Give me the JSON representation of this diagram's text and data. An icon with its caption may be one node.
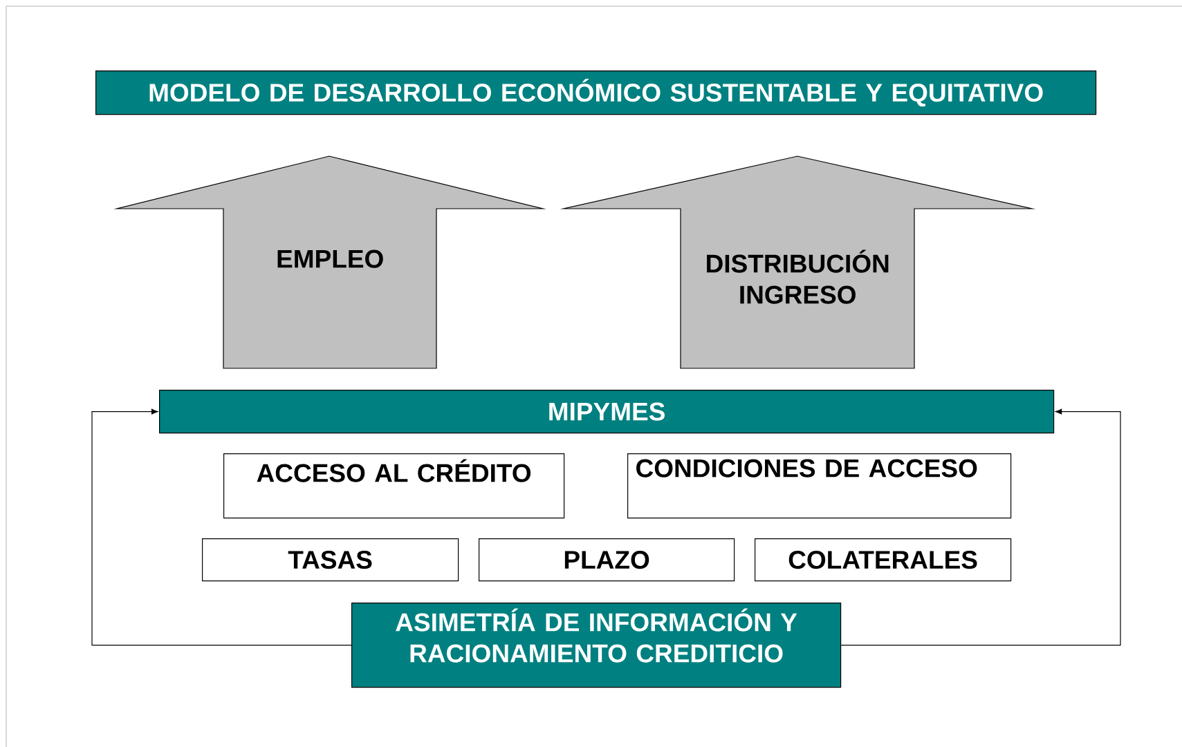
{
  "diagram": {
    "nodes": [
      {
        "text": [
          "MODELO DE DESARROLLO ECONÓMICO SUSTENTABLE Y EQUITATIVO"
        ]
      },
      {
        "text": [
          "EMPLEO"
        ]
      },
      {
        "text": [
          "DISTRIBUCIÓN INGRESO"
        ]
      },
      {
        "text": [
          "MIPYMES"
        ]
      },
      {
        "text": [
          "ACCESO AL CRÉDITO"
        ]
      },
      {
        "text": [
          "CONDICIONES DE ACCESO"
        ]
      },
      {
        "text": [
          "TASAS"
        ]
      },
      {
        "text": [
          "PLAZO"
        ]
      },
      {
        "text": [
          "COLATERALES"
        ]
      },
      {
        "text": [
          "ASIMETRÍA DE INFORMACIÓN Y RACIONAMIENTO CREDITICIO"
        ]
      }
    ],
    "edges": [
      {
        "from": 9,
        "to": 3,
        "arrow": "to"
      },
      {
        "from": 9,
        "to": 3,
        "arrow": "to"
      }
    ]
  }
}
